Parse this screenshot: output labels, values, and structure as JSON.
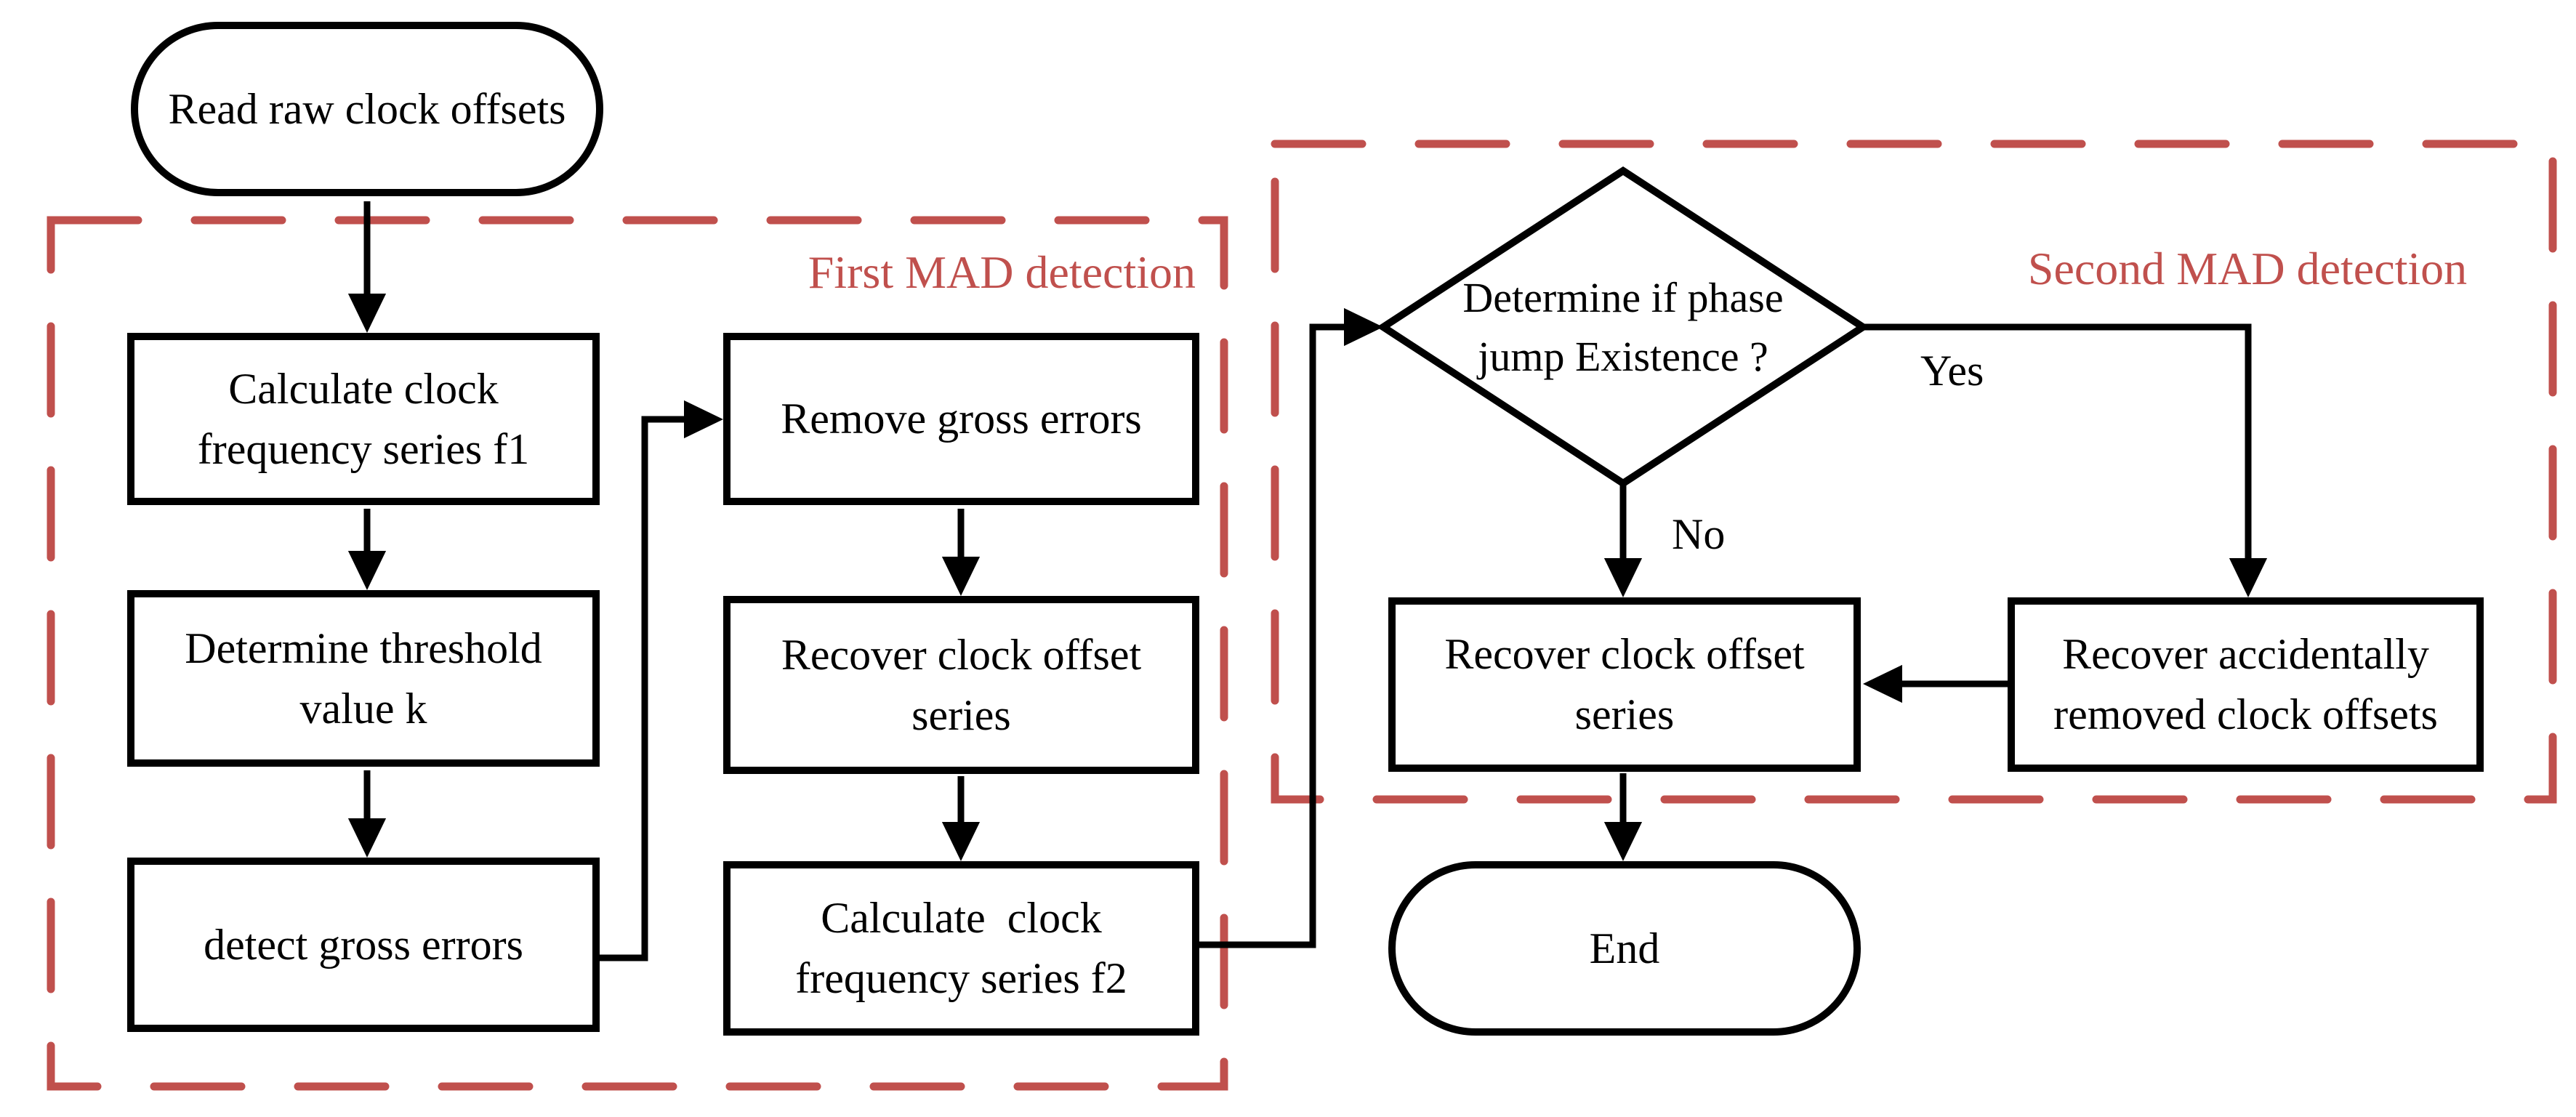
{
  "nodes": {
    "start": {
      "label": "Read raw clock offsets"
    },
    "calc_f1": {
      "label": "Calculate clock\nfrequency series f1"
    },
    "threshold": {
      "label": "Determine threshold\nvalue k"
    },
    "detect": {
      "label": "detect gross errors"
    },
    "remove": {
      "label": "Remove gross errors"
    },
    "recover1": {
      "label": "Recover clock offset\nseries"
    },
    "calc_f2": {
      "label": "Calculate  clock\nfrequency series f2"
    },
    "decision": {
      "label": "Determine if phase\njump Existence ?"
    },
    "recover2": {
      "label": "Recover clock offset\nseries"
    },
    "recover_acc": {
      "label": "Recover accidentally\nremoved clock offsets"
    },
    "end": {
      "label": "End"
    }
  },
  "groups": {
    "first": {
      "label": "First MAD detection"
    },
    "second": {
      "label": "Second MAD detection"
    }
  },
  "edge_labels": {
    "yes": "Yes",
    "no": "No"
  },
  "colors": {
    "line_black": "#000000",
    "group_red": "#C0504D",
    "background": "#FFFFFF"
  }
}
